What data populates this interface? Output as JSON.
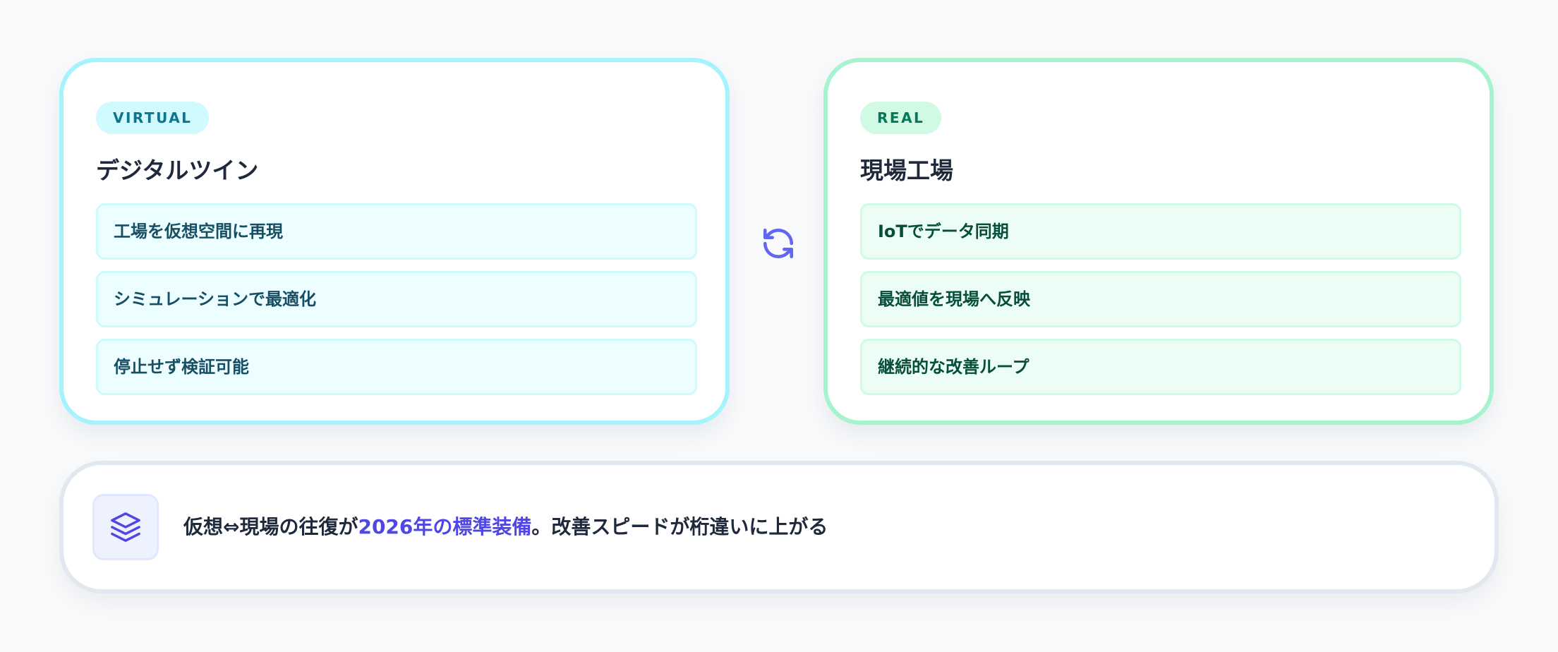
{
  "colors": {
    "virtual_accent": "#a5f3fc",
    "real_accent": "#a7f3d0",
    "highlight": "#4f46e5",
    "background": "#f8fafc"
  },
  "virtual": {
    "badge": "VIRTUAL",
    "title": "デジタルツイン",
    "items": [
      "工場を仮想空間に再現",
      "シミュレーションで最適化",
      "停止せず検証可能"
    ]
  },
  "sync": {
    "icon": "sync-icon"
  },
  "real": {
    "badge": "REAL",
    "title": "現場工場",
    "items": [
      "IoTでデータ同期",
      "最適値を現場へ反映",
      "継続的な改善ループ"
    ]
  },
  "banner": {
    "icon": "layers-icon",
    "text_before": "仮想⇔現場の往復が",
    "highlight": "2026年の標準装備",
    "text_after": "。改善スピードが桁違いに上がる"
  }
}
